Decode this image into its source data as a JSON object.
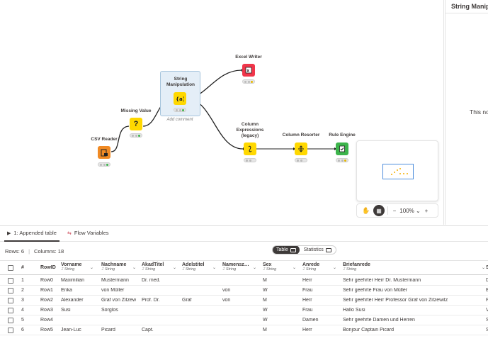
{
  "colors": {
    "accent": "#3e3a39",
    "source_node": "#f08a24",
    "manipulator_node": "#ffd800",
    "sink_node": "#f0364a",
    "predictor_node": "#3cb44b",
    "selection": "#e4eef7",
    "minimap_view": "#4f8edc",
    "connection": "#222222"
  },
  "workflow": {
    "nodes": [
      {
        "id": "csv_reader",
        "title": "CSV Reader",
        "icon": "csv-reader-icon",
        "status": "green"
      },
      {
        "id": "missing_value",
        "title": "Missing Value",
        "icon": "question-icon",
        "status": "green"
      },
      {
        "id": "string_manipulation",
        "title": "String\nManipulation",
        "icon": "string-manipulation-icon",
        "status": "green"
      },
      {
        "id": "excel_writer",
        "title": "Excel Writer",
        "icon": "excel-writer-icon",
        "status": "yellow"
      },
      {
        "id": "column_expressions",
        "title": "Column\nExpressions\n(legacy)",
        "icon": "column-expressions-icon",
        "status": "none"
      },
      {
        "id": "column_resorter",
        "title": "Column Resorter",
        "icon": "column-resorter-icon",
        "status": "none"
      },
      {
        "id": "rule_engine",
        "title": "Rule Engine",
        "icon": "rule-engine-icon",
        "status": "yellow"
      }
    ],
    "add_comment": "Add comment"
  },
  "zoom": {
    "level": "100%",
    "minus": "−",
    "plus": "+"
  },
  "right_panel": {
    "title": "String Manipulation",
    "empty_text": "This node has no dialog"
  },
  "bottom": {
    "tabs": [
      {
        "label": "1: Appended table",
        "icon": "play-icon",
        "active": true
      },
      {
        "label": "Flow Variables",
        "icon": "flow-variables-icon",
        "active": false
      }
    ],
    "rows_label": "Rows: 6",
    "columns_label": "Columns: 18",
    "view_toggle": {
      "table": "Table",
      "statistics": "Statistics",
      "selected": "Table"
    }
  },
  "table": {
    "columns": [
      {
        "name": "#",
        "type": ""
      },
      {
        "name": "RowID",
        "type": ""
      },
      {
        "name": "Vorname",
        "type": "String"
      },
      {
        "name": "Nachname",
        "type": "String"
      },
      {
        "name": "AkadTitel",
        "type": "String"
      },
      {
        "name": "Adelstitel",
        "type": "String"
      },
      {
        "name": "Namensz…",
        "type": "String"
      },
      {
        "name": "Sex",
        "type": "String"
      },
      {
        "name": "Anrede",
        "type": "String"
      },
      {
        "name": "Briefanrede",
        "type": "String"
      },
      {
        "name": "S",
        "type": ""
      }
    ],
    "rows": [
      [
        "1",
        "Row0",
        "Maximilian",
        "Mustermann",
        "Dr. med.",
        "",
        "",
        "M",
        "Herr",
        "Sehr geehrter Herr Dr. Mustermann",
        "D"
      ],
      [
        "2",
        "Row1",
        "Erika",
        "von Müller",
        "",
        "",
        "von",
        "W",
        "Frau",
        "Sehr geehrte Frau von Müller",
        "E"
      ],
      [
        "3",
        "Row2",
        "Alexander",
        "Graf von Zitzew",
        "Prof. Dr.",
        "Graf",
        "von",
        "M",
        "Herr",
        "Sehr geehrter Herr Professor Graf von Zitzewitz",
        "P"
      ],
      [
        "4",
        "Row3",
        "Susi",
        "Sorglos",
        "",
        "",
        "",
        "W",
        "Frau",
        "Hallo Susi",
        "V"
      ],
      [
        "5",
        "Row4",
        "",
        "",
        "",
        "",
        "",
        "W",
        "Damen",
        "Sehr geehrte Damen und Herren",
        "S"
      ],
      [
        "6",
        "Row5",
        "Jean-Luc",
        "Picard",
        "Capt.",
        "",
        "",
        "M",
        "Herr",
        "Bonjour Captain Picard",
        "S"
      ]
    ]
  }
}
